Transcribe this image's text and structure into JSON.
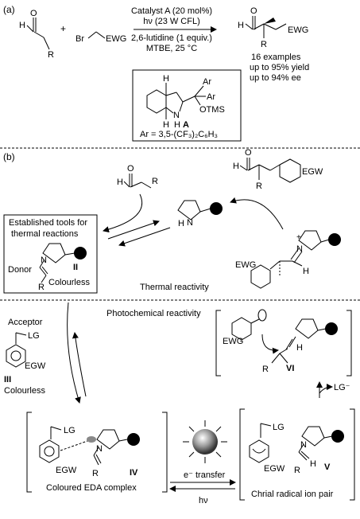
{
  "section_a": {
    "label": "(a)",
    "conditions": [
      "Catalyst A (20 mol%)",
      "hν (23 W CFL)",
      "2,6-lutidine (1 equiv.)",
      "MTBE, 25 °C"
    ],
    "reactant_aldehyde": {
      "o": "O",
      "h": "H",
      "r": "R"
    },
    "plus": "+",
    "reactant_bromide": {
      "br": "Br",
      "ewg": "EWG"
    },
    "product": {
      "o": "O",
      "h": "H",
      "r": "R",
      "ewg": "EWG"
    },
    "results": [
      "16 examples",
      "up to 95% yield",
      "up to 94% ee"
    ],
    "catalyst_box": {
      "h_top": "H",
      "h_bottom": "H",
      "nh": "N",
      "nh_h": "H",
      "ar1": "Ar",
      "ar2": "Ar",
      "otms": "OTMS",
      "name": "A",
      "ar_def": "Ar = 3,5-(CF₃)₂C₆H₃"
    }
  },
  "section_b": {
    "label": "(b)",
    "aldehyde": {
      "o": "O",
      "h": "H",
      "r": "R"
    },
    "catalyst_nh": {
      "n": "N",
      "h": "H"
    },
    "established_box": [
      "Established tools for",
      "thermal reactions"
    ],
    "enamine": {
      "n": "N",
      "r": "R",
      "id": "II"
    },
    "donor": "Donor",
    "colourless": "Colourless",
    "thermal": "Thermal reactivity",
    "product_aldehyde": {
      "o": "O",
      "h": "H",
      "r": "R",
      "egw": "EGW"
    },
    "iminium": {
      "n": "N",
      "plus": "+",
      "ewg": "EWG",
      "h": "H"
    },
    "photochemical": "Photochemical reactivity",
    "radical_box": {
      "ewg": "EWG",
      "h": "H",
      "r": "R",
      "id": "VI"
    },
    "lg_minus": "LG⁻",
    "acceptor": "Acceptor",
    "acceptor_lg": "LG",
    "acceptor_egw": "EGW",
    "acceptor_id": "III",
    "acceptor_colourless": "Colourless",
    "eda": {
      "lg": "LG",
      "egw": "EGW",
      "n": "N",
      "r": "R",
      "id": "IV",
      "caption": "Coloured EDA complex"
    },
    "et_label": "e⁻ transfer",
    "hv": "hν",
    "rip": {
      "lg": "LG",
      "egw": "EGW",
      "n": "N",
      "r": "R",
      "h": "H",
      "id": "V",
      "caption": "Chrial radical ion pair"
    }
  }
}
